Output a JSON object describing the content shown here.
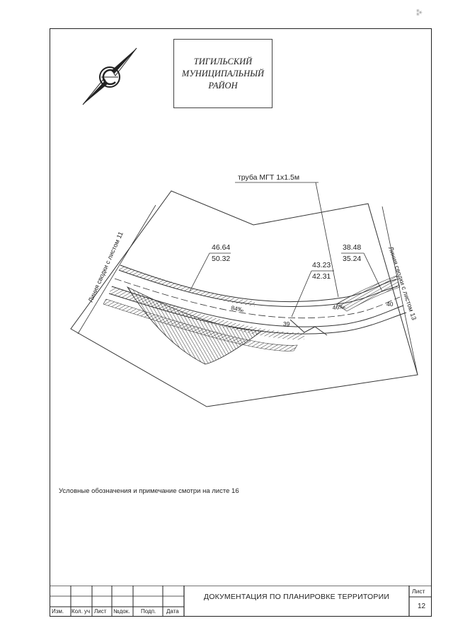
{
  "header": {
    "district_lines": [
      "ТИГИЛЬСКИЙ",
      "МУНИЦИПАЛЬНЫЙ",
      "РАЙОН"
    ]
  },
  "drawing": {
    "pipe_label": "труба МГТ 1х1.5м",
    "match_line_left": "Линия сводки с листом 11",
    "match_line_right": "Линия сводки с листом 13",
    "stations": [
      {
        "top": "46.64",
        "bottom": "50.32"
      },
      {
        "top": "43.23",
        "bottom": "42.31"
      },
      {
        "top": "38.48",
        "bottom": "35.24"
      }
    ],
    "picket_marks": [
      "39",
      "40"
    ],
    "slope_marks": [
      "84‰",
      "46‰"
    ]
  },
  "note": "Условные обозначения и примечание смотри на листе 16",
  "title_block": {
    "columns": [
      "Изм.",
      "Кол. уч",
      "Лист",
      "№док.",
      "Подп.",
      "Дата"
    ],
    "document_title": "ДОКУМЕНТАЦИЯ ПО ПЛАНИРОВКЕ ТЕРРИТОРИИ",
    "sheet_label": "Лист",
    "sheet_number": "12"
  }
}
